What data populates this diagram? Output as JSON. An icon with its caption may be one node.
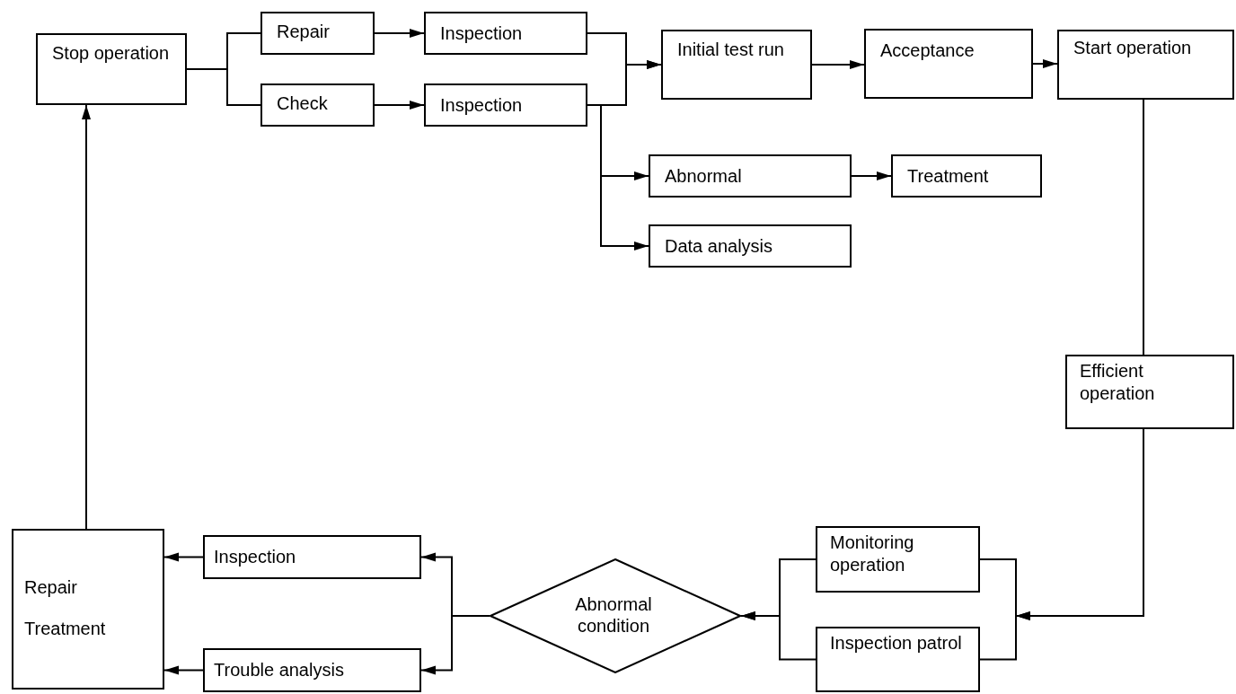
{
  "diagram": {
    "nodes": [
      {
        "text": [
          "Stop operation"
        ]
      },
      {
        "text": [
          "Repair"
        ]
      },
      {
        "text": [
          "Check"
        ]
      },
      {
        "text": [
          "Inspection"
        ]
      },
      {
        "text": [
          "Inspection"
        ]
      },
      {
        "text": [
          "Initial test run"
        ]
      },
      {
        "text": [
          "Acceptance"
        ]
      },
      {
        "text": [
          "Start operation"
        ]
      },
      {
        "text": [
          "Abnormal"
        ]
      },
      {
        "text": [
          "Treatment"
        ]
      },
      {
        "text": [
          "Data analysis"
        ]
      },
      {
        "text": [
          "Efficient operation"
        ]
      },
      {
        "text": [
          "Monitoring operation"
        ]
      },
      {
        "text": [
          "Inspection patrol"
        ]
      },
      {
        "text": [
          "Abnormal condition"
        ]
      },
      {
        "text": [
          "Inspection"
        ]
      },
      {
        "text": [
          "Trouble analysis"
        ]
      },
      {
        "text": [
          "Repair Treatment"
        ]
      }
    ],
    "edges": [
      {
        "from": 0,
        "to": 1,
        "arrow": "none"
      },
      {
        "from": 0,
        "to": 2,
        "arrow": "none"
      },
      {
        "from": 1,
        "to": 3,
        "arrow": "to"
      },
      {
        "from": 2,
        "to": 4,
        "arrow": "to"
      },
      {
        "from": 3,
        "to": 5,
        "arrow": "to"
      },
      {
        "from": 4,
        "to": 5,
        "arrow": "to"
      },
      {
        "from": 4,
        "to": 8,
        "arrow": "to"
      },
      {
        "from": 4,
        "to": 10,
        "arrow": "to"
      },
      {
        "from": 8,
        "to": 9,
        "arrow": "to"
      },
      {
        "from": 5,
        "to": 6,
        "arrow": "to"
      },
      {
        "from": 6,
        "to": 7,
        "arrow": "to"
      },
      {
        "from": 7,
        "to": 11,
        "arrow": "none"
      },
      {
        "from": 11,
        "to": 12,
        "arrow": "to"
      },
      {
        "from": 11,
        "to": 13,
        "arrow": "to"
      },
      {
        "from": 12,
        "to": 14,
        "arrow": "to"
      },
      {
        "from": 13,
        "to": 14,
        "arrow": "to"
      },
      {
        "from": 14,
        "to": 15,
        "arrow": "to"
      },
      {
        "from": 14,
        "to": 16,
        "arrow": "to"
      },
      {
        "from": 15,
        "to": 17,
        "arrow": "to"
      },
      {
        "from": 16,
        "to": 17,
        "arrow": "to"
      },
      {
        "from": 17,
        "to": 0,
        "arrow": "to"
      }
    ]
  }
}
